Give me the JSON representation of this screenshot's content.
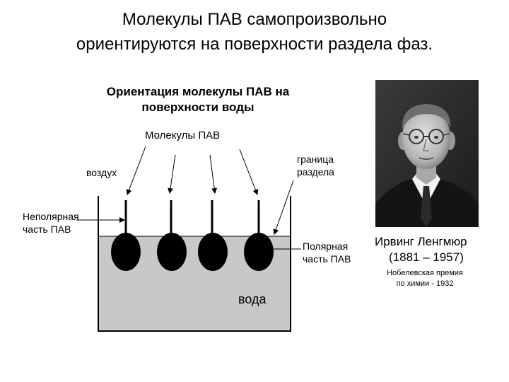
{
  "title": {
    "line1": "Молекулы ПАВ самопроизвольно",
    "line2": "ориентируются на поверхности раздела фаз."
  },
  "diagram": {
    "subtitle_line1": "Ориентация молекулы ПАВ на",
    "subtitle_line2": "поверхности воды",
    "molecules_label": "Молекулы ПАВ",
    "air_label": "воздух",
    "boundary_line1": "граница",
    "boundary_line2": "раздела",
    "nonpolar_line1": "Неполярная",
    "nonpolar_line2": "часть ПАВ",
    "polar_line1": "Полярная",
    "polar_line2": "часть ПАВ",
    "water_label": "вода",
    "water_color": "#c8c8c8",
    "molecule_color": "#000000"
  },
  "person": {
    "name": "Ирвинг Ленгмюр",
    "years": "(1881 – 1957)",
    "award_line1": "Нобелевская премия",
    "award_line2": "по химии - 1932"
  }
}
